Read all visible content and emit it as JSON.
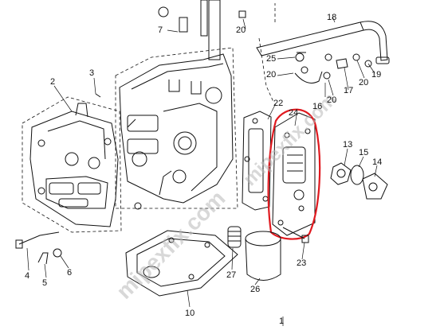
{
  "diagram": {
    "watermark": "mipexfix.com",
    "highlight_color": "#e0191f",
    "callouts": {
      "c1": "1",
      "c2": "2",
      "c3": "3",
      "c4": "4",
      "c5": "5",
      "c6": "6",
      "c7": "7",
      "c10": "10",
      "c13": "13",
      "c14": "14",
      "c15": "15",
      "c16": "16",
      "c17": "17",
      "c18": "18",
      "c19": "19",
      "c20a": "20",
      "c20b": "20",
      "c20c": "20",
      "c20d": "20",
      "c22": "22",
      "c23": "23",
      "c24": "24",
      "c25": "25",
      "c26": "26",
      "c27": "27"
    }
  }
}
